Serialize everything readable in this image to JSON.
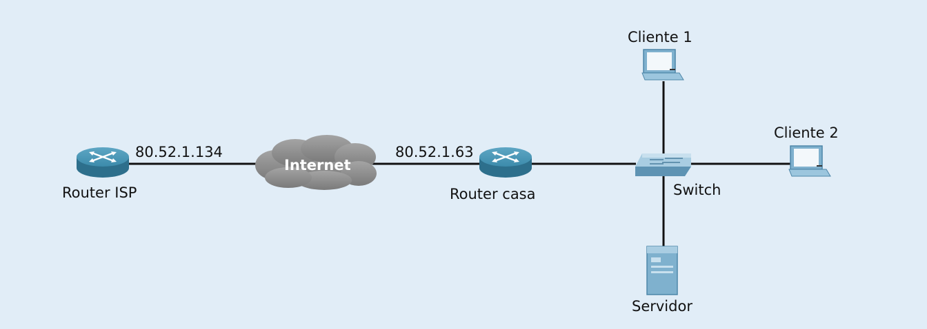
{
  "diagram": {
    "nodes": {
      "router_isp": {
        "label": "Router ISP",
        "ip": "80.52.1.134",
        "icon": "router-icon"
      },
      "internet": {
        "label": "Internet",
        "icon": "cloud-icon"
      },
      "router_casa": {
        "label": "Router casa",
        "ip": "80.52.1.63",
        "icon": "router-icon"
      },
      "switch": {
        "label": "Switch",
        "icon": "switch-icon"
      },
      "cliente1": {
        "label": "Cliente 1",
        "icon": "laptop-icon"
      },
      "cliente2": {
        "label": "Cliente 2",
        "icon": "laptop-icon"
      },
      "servidor": {
        "label": "Servidor",
        "icon": "server-icon"
      }
    },
    "links": [
      {
        "from": "router_isp",
        "to": "internet"
      },
      {
        "from": "internet",
        "to": "router_casa"
      },
      {
        "from": "router_casa",
        "to": "switch"
      },
      {
        "from": "switch",
        "to": "cliente1"
      },
      {
        "from": "switch",
        "to": "cliente2"
      },
      {
        "from": "switch",
        "to": "servidor"
      }
    ],
    "colors": {
      "background": "#e1edf7",
      "line": "#111111",
      "router": "#3c8bab",
      "cloud": "#8c8c8c",
      "device": "#8cbcd6"
    }
  }
}
